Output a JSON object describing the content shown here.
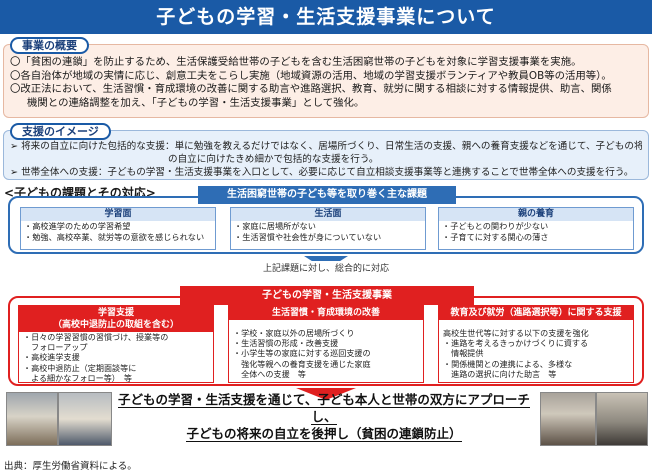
{
  "title": "子どもの学習・生活支援事業について",
  "overview": {
    "label": "事業の概要",
    "lines": [
      "〇「貧困の連鎖」を防止するため、生活保護受給世帯の子どもを含む生活困窮世帯の子どもを対象に学習支援事業を実施。",
      "〇各自治体が地域の実情に応じ、創意工夫をこらし実施（地域資源の活用、地域の学習支援ボランティアや教員OB等の活用等）。",
      "〇改正法において、生活習慣・育成環境の改善に関する助言や進路選択、教育、就労に関する相談に対する情報提供、助言、関係",
      "機関との連絡調整を加え、「子どもの学習・生活支援事業」として強化。"
    ]
  },
  "image": {
    "label": "支援のイメージ",
    "lines": [
      "➢ 将来の自立に向けた包括的な支援：単に勉強を教えるだけではなく、居場所づくり、日常生活の支援、親への養育支援などを通じて、子どもの将来",
      "の自立に向けたきめ細かで包括的な支援を行う。",
      "➢ 世帯全体への支援：子どもの学習・生活支援事業を入口として、必要に応じて自立相談支援事業等と連携することで世帯全体への支援を行う。"
    ]
  },
  "issues": {
    "label": "<子どもの課題とその対応>",
    "header": "生活困窮世帯の子ども等を取り巻く主な課題",
    "columns": [
      {
        "title": "学習面",
        "items": [
          "・高校進学のための学習希望",
          "・勉強、高校卒業、就労等の意欲を感じられない"
        ]
      },
      {
        "title": "生活面",
        "items": [
          "・家庭に居場所がない",
          "・生活習慣や社会性が身についていない"
        ]
      },
      {
        "title": "親の養育",
        "items": [
          "・子どもとの関わりが少ない",
          "・子育てに対する関心の薄さ"
        ]
      }
    ]
  },
  "connector": "上記課題に対し、総合的に対応",
  "program": {
    "header": "子どもの学習・生活支援事業",
    "columns": [
      {
        "title": "学習支援",
        "title2": "（高校中退防止の取組を含む）",
        "items": [
          "・日々の学習習慣の習慣づけ、授業等の",
          "　フォローアップ",
          "・高校進学支援",
          "・高校中退防止（定期面談等に",
          "　よる細かなフォロー等）　等"
        ]
      },
      {
        "title": "生活習慣・育成環境の改善",
        "items": [
          "・学校・家庭以外の居場所づくり",
          "・生活習慣の形成・改善支援",
          "・小学生等の家庭に対する巡回支援の",
          "　強化等親への養育支援を通じた家庭",
          "　全体への支援　等"
        ]
      },
      {
        "title": "教育及び就労（進路選択等）に関する支援",
        "items": [
          "高校生世代等に対する以下の支援を強化",
          "・進路を考えるきっかけづくりに資する",
          "　情報提供",
          "・関係機関との連携による、多様な",
          "　進路の選択に向けた助言　等"
        ]
      }
    ]
  },
  "conclusion": {
    "line1": "子どもの学習・生活支援を通じて、子ども本人と世帯の双方にアプローチし、",
    "line2": "子どもの将来の自立を後押し（貧困の連鎖防止）"
  },
  "source": "出典：厚生労働省資料による。",
  "colors": {
    "blue": "#1a5aa6",
    "red": "#e02020",
    "pink_bg": "#fdeee6",
    "light_blue_bg": "#e7f0fa"
  }
}
